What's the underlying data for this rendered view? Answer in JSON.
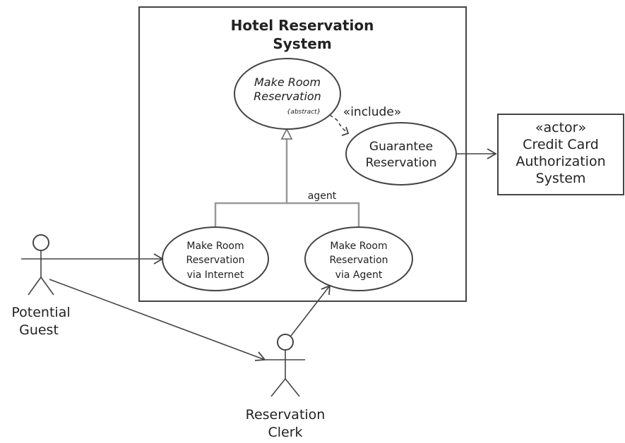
{
  "system": {
    "title_line1": "Hotel Reservation",
    "title_line2": "System"
  },
  "use_cases": {
    "make_room_reservation": {
      "line1": "Make Room",
      "line2": "Reservation",
      "abstract_tag": "{abstract}"
    },
    "guarantee_reservation": {
      "line1": "Guarantee",
      "line2": "Reservation"
    },
    "via_internet": {
      "line1": "Make Room",
      "line2": "Reservation",
      "line3": "via Internet"
    },
    "via_agent": {
      "line1": "Make Room",
      "line2": "Reservation",
      "line3": "via Agent"
    }
  },
  "relationships": {
    "include_label": "«include»",
    "agent_label": "agent"
  },
  "actors": {
    "potential_guest": {
      "line1": "Potential",
      "line2": "Guest"
    },
    "reservation_clerk": {
      "line1": "Reservation",
      "line2": "Clerk"
    },
    "credit_card_system": {
      "stereotype": "«actor»",
      "line1": "Credit Card",
      "line2": "Authorization",
      "line3": "System"
    }
  }
}
